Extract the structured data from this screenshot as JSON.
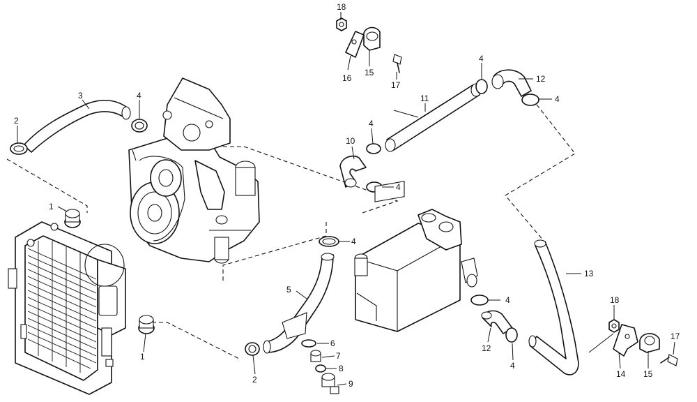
{
  "callouts": {
    "c1a": "1",
    "c1b": "1",
    "c2a": "2",
    "c2b": "2",
    "c3": "3",
    "c4a": "4",
    "c4b": "4",
    "c4c": "4",
    "c4d": "4",
    "c4e": "4",
    "c4f": "4",
    "c4g": "4",
    "c4h": "4",
    "c5": "5",
    "c6": "6",
    "c7": "7",
    "c8": "8",
    "c9": "9",
    "c10": "10",
    "c11": "11",
    "c12a": "12",
    "c12b": "12",
    "c13": "13",
    "c14": "14",
    "c15a": "15",
    "c15b": "15",
    "c16": "16",
    "c17a": "17",
    "c17b": "17",
    "c18a": "18",
    "c18b": "18"
  },
  "colors": {
    "line": "#111111",
    "background": "#ffffff"
  }
}
